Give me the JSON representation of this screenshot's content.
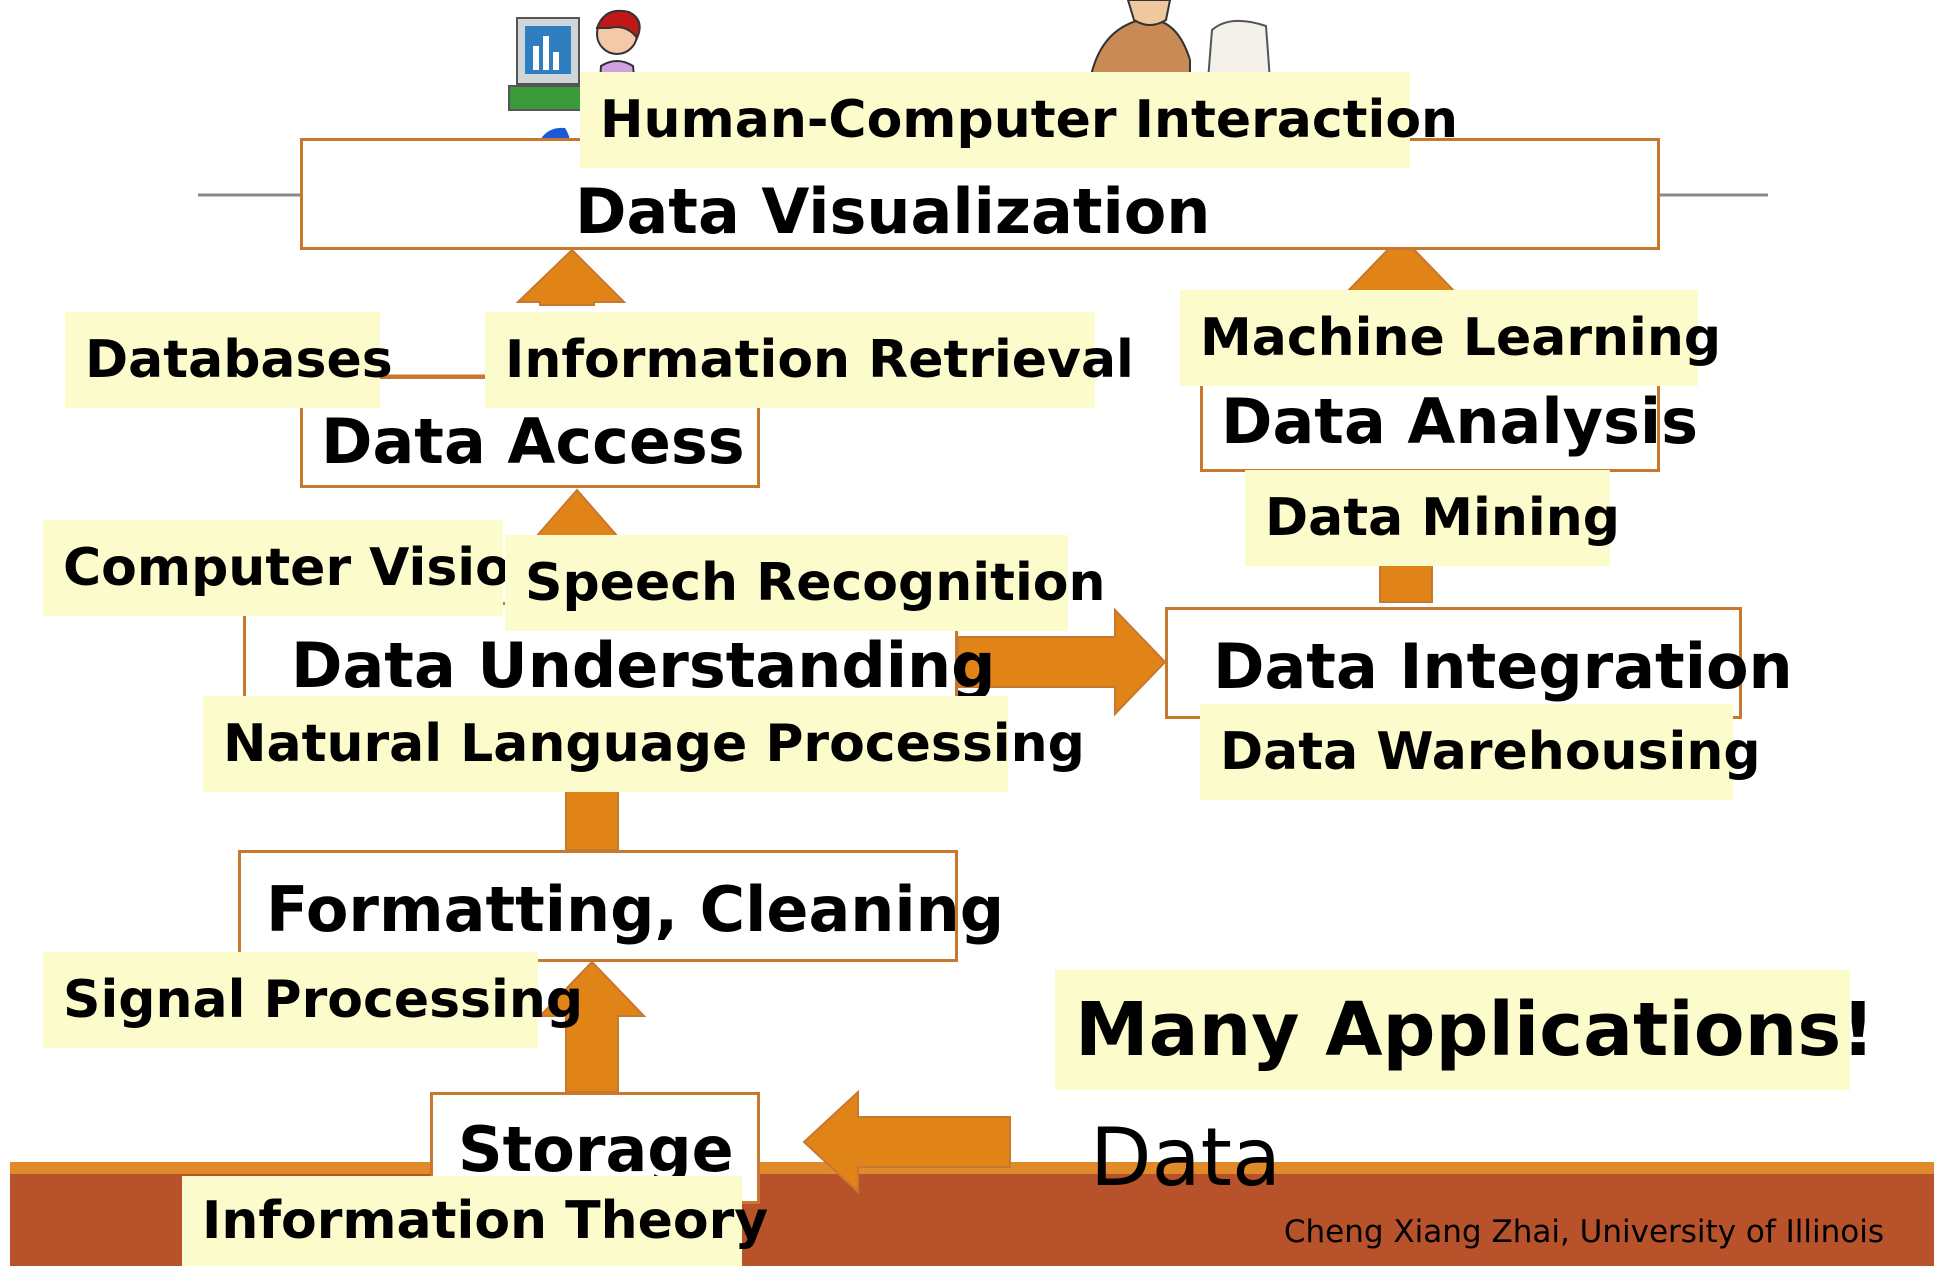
{
  "diagram": {
    "boxes": {
      "data_visualization": "Data Visualization",
      "data_access": "Data Access",
      "data_analysis": "Data Analysis",
      "data_understanding": "Data Understanding",
      "data_integration": "Data Integration",
      "formatting_cleaning": "Formatting, Cleaning",
      "storage": "Storage"
    },
    "labels": {
      "hci": "Human-Computer Interaction",
      "databases": "Databases",
      "information_retrieval": "Information Retrieval",
      "machine_learning": "Machine Learning",
      "data_mining": "Data Mining",
      "computer_vision": "Computer Vision",
      "speech_recognition": "Speech Recognition",
      "nlp": "Natural Language Processing",
      "data_warehousing": "Data Warehousing",
      "signal_processing": "Signal Processing",
      "information_theory": "Information Theory",
      "many_applications": "Many Applications!"
    },
    "data_label": "Data",
    "credit": "Cheng Xiang Zhai, University of Illinois",
    "colors": {
      "arrow": "#e08418",
      "box_border": "#c8772e",
      "label_bg": "#fbfbcc",
      "footer": "#b7522a"
    },
    "icons": [
      "person-at-computer-icon",
      "businessmen-icon"
    ]
  }
}
